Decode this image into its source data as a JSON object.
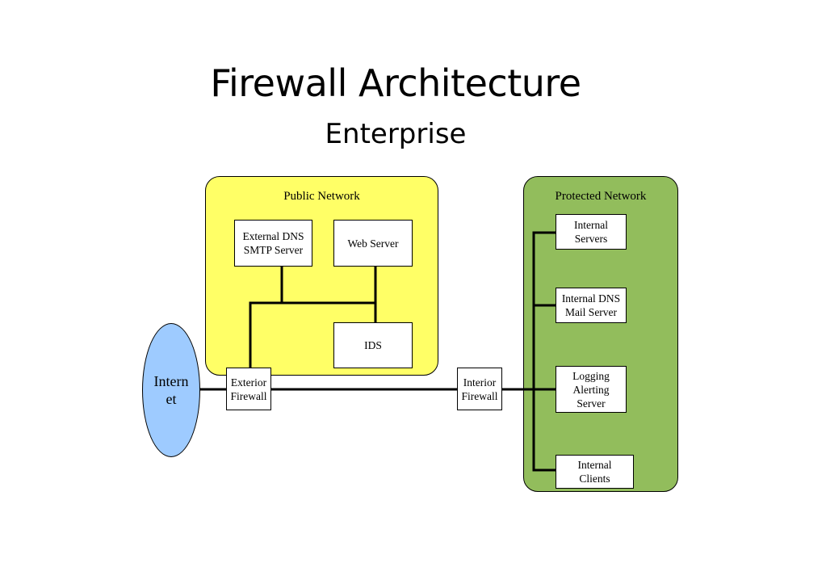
{
  "title": "Firewall Architecture",
  "subtitle": "Enterprise",
  "zones": {
    "public": {
      "label": "Public Network",
      "color": "#ffff66"
    },
    "protected": {
      "label": "Protected Network",
      "color": "#92bd5c"
    }
  },
  "internet": {
    "label": "Intern\net",
    "color": "#9ecbff"
  },
  "nodes": {
    "external_dns_smtp": "External DNS\nSMTP Server",
    "web_server": "Web Server",
    "ids": "IDS",
    "exterior_firewall": "Exterior\nFirewall",
    "interior_firewall": "Interior\nFirewall",
    "internal_servers": "Internal\nServers",
    "internal_dns_mail": "Internal DNS\nMail Server",
    "logging_alerting": "Logging\nAlerting\nServer",
    "internal_clients": "Internal\nClients"
  }
}
